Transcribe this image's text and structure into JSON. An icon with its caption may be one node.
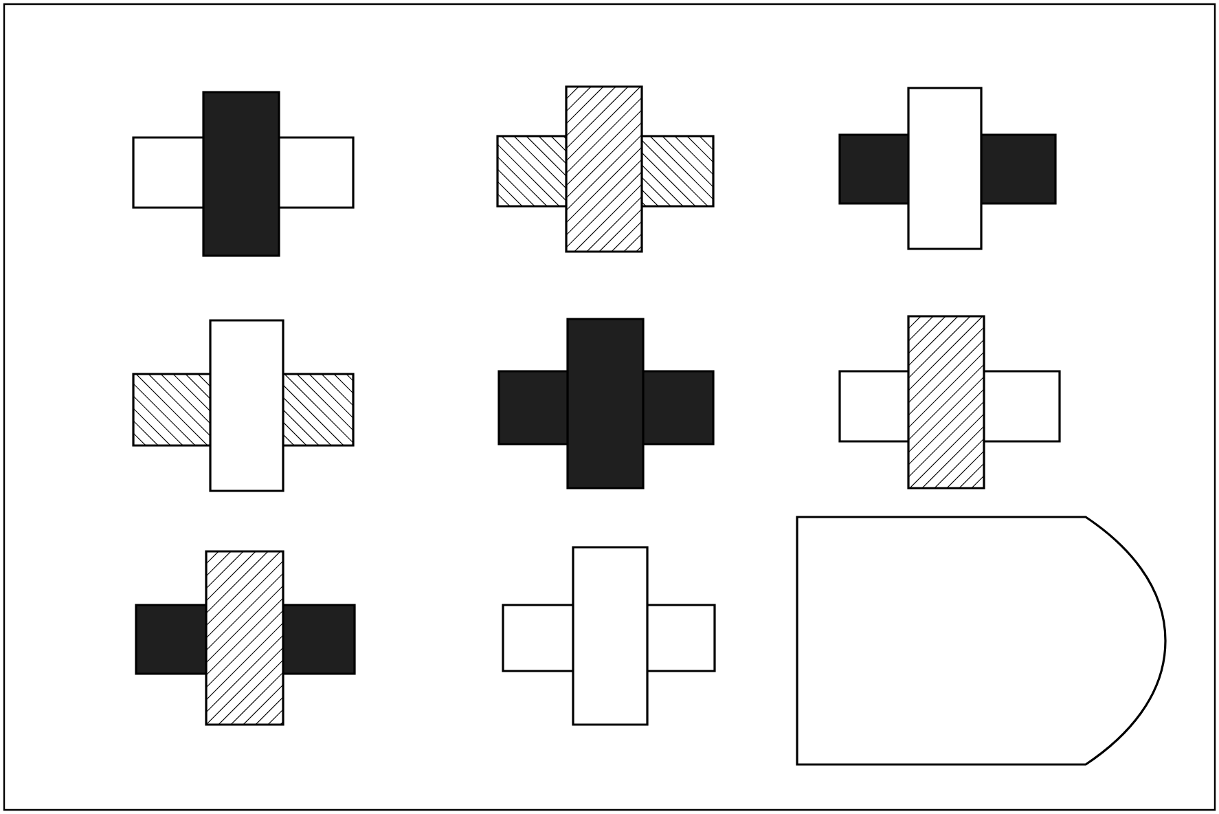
{
  "diagram": {
    "nodes": [
      {
        "text": [],
        "shape": "cross"
      },
      {
        "text": [],
        "shape": "cross"
      },
      {
        "text": [],
        "shape": "cross"
      },
      {
        "text": [],
        "shape": "cross"
      },
      {
        "text": [],
        "shape": "cross"
      },
      {
        "text": [],
        "shape": "cross"
      },
      {
        "text": [],
        "shape": "cross"
      },
      {
        "text": [],
        "shape": "cross"
      },
      {
        "text": [],
        "shape": "box"
      }
    ]
  }
}
